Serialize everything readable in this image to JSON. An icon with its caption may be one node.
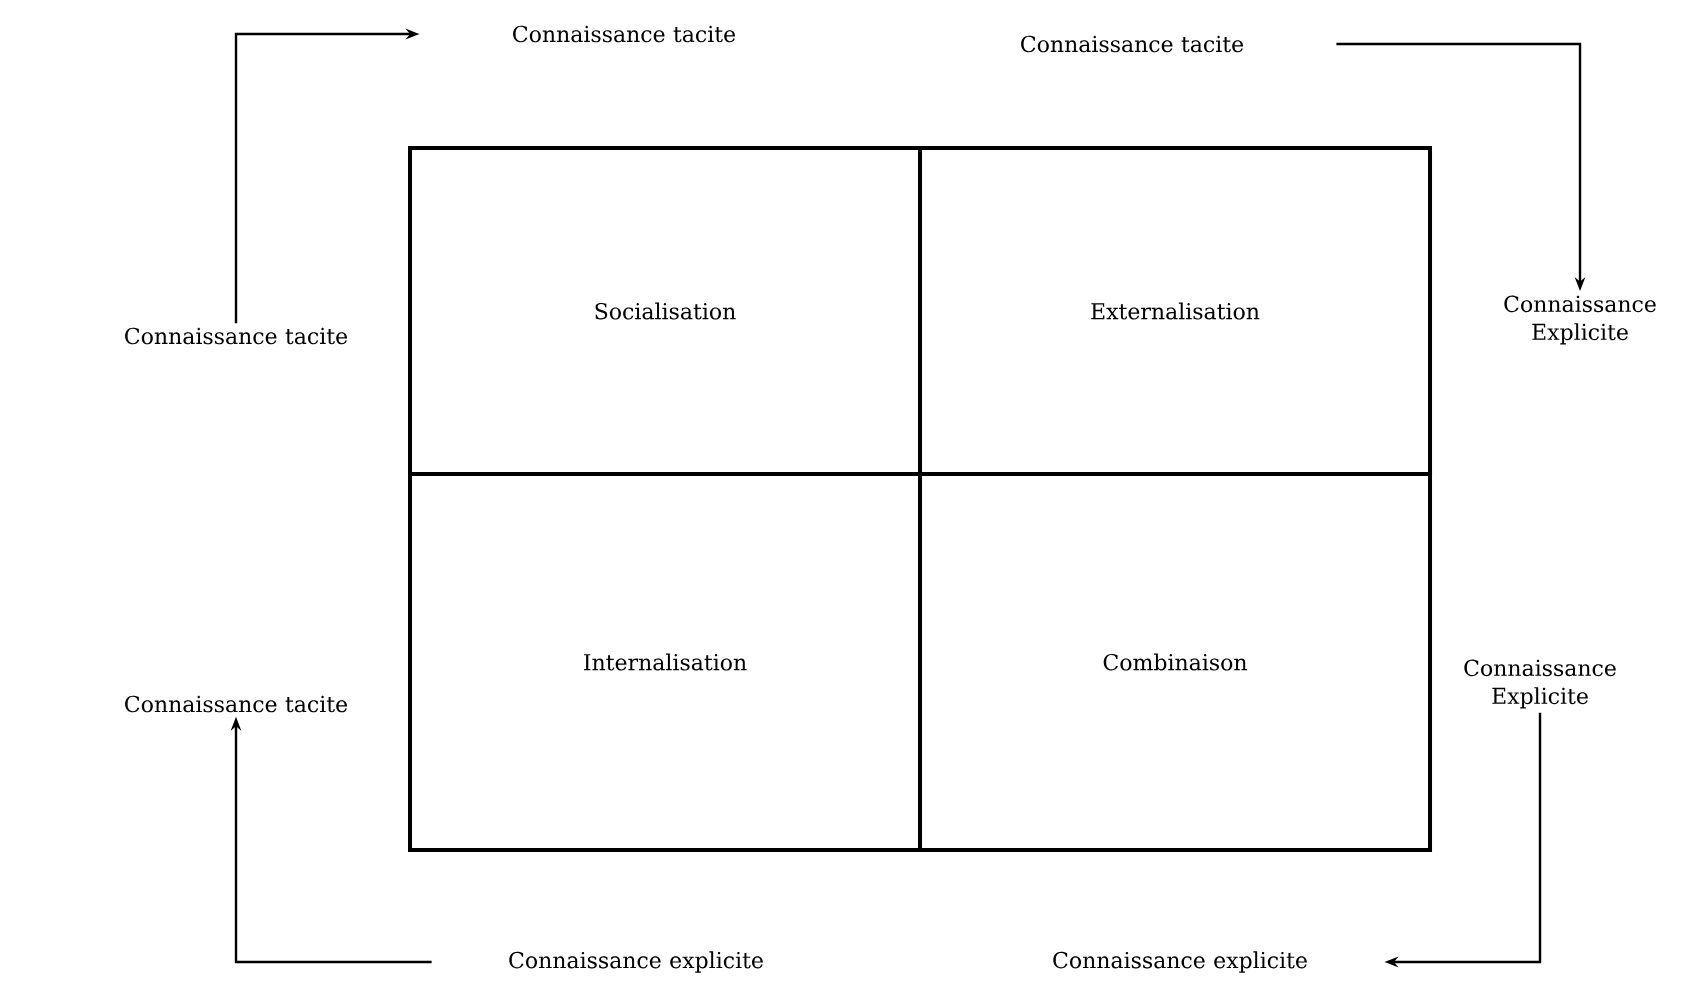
{
  "diagram": {
    "nodes": [
      {
        "text": [
          "Connaissance tacite"
        ]
      },
      {
        "text": [
          "Connaissance tacite"
        ]
      },
      {
        "text": [
          "Connaissance tacite"
        ]
      },
      {
        "text": [
          "Connaissance Explicite"
        ]
      },
      {
        "text": [
          "Connaissance Explicite"
        ]
      },
      {
        "text": [
          "Connaissance explicite"
        ]
      },
      {
        "text": [
          "Connaissance explicite"
        ]
      },
      {
        "text": [
          "Connaissance tacite"
        ]
      },
      {
        "text": [
          "Socialisation"
        ]
      },
      {
        "text": [
          "Externalisation"
        ]
      },
      {
        "text": [
          "Internalisation"
        ]
      },
      {
        "text": [
          "Combinaison"
        ]
      }
    ],
    "edges": [
      {
        "from": 0,
        "to": 1,
        "arrow": "to"
      },
      {
        "from": 2,
        "to": 3,
        "arrow": "to"
      },
      {
        "from": 4,
        "to": 5,
        "arrow": "to"
      },
      {
        "from": 6,
        "to": 7,
        "arrow": "to"
      }
    ]
  }
}
